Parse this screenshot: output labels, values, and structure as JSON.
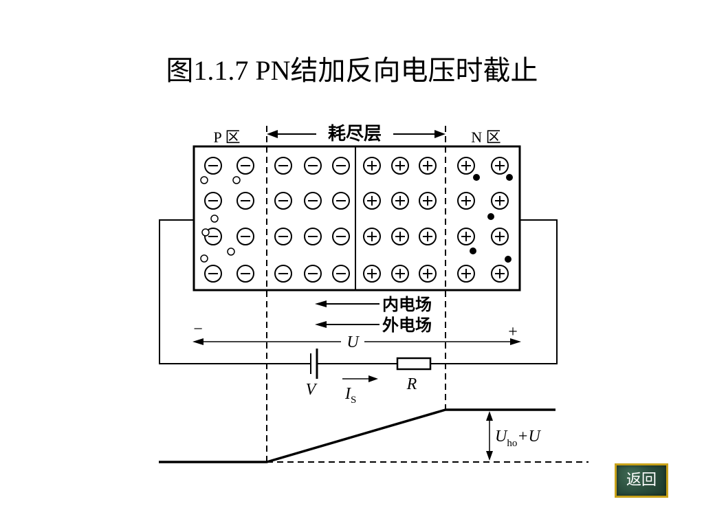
{
  "slide": {
    "title": "图1.1.7 PN结加反向电压时截止"
  },
  "diagram": {
    "p_region_label": "P 区",
    "n_region_label": "N 区",
    "depletion_label": "耗尽层",
    "inner_field_label": "内电场",
    "outer_field_label": "外电场",
    "minus_sign": "−",
    "plus_sign": "+",
    "voltage_label": "U",
    "battery_label": "V",
    "current_label": "I",
    "current_subscript": "S",
    "resistor_label": "R",
    "barrier_label": "U",
    "barrier_subscript": "ho",
    "barrier_suffix": "+U",
    "negative_ion": "−",
    "positive_ion": "+"
  },
  "navigation": {
    "back_label": "返回"
  }
}
